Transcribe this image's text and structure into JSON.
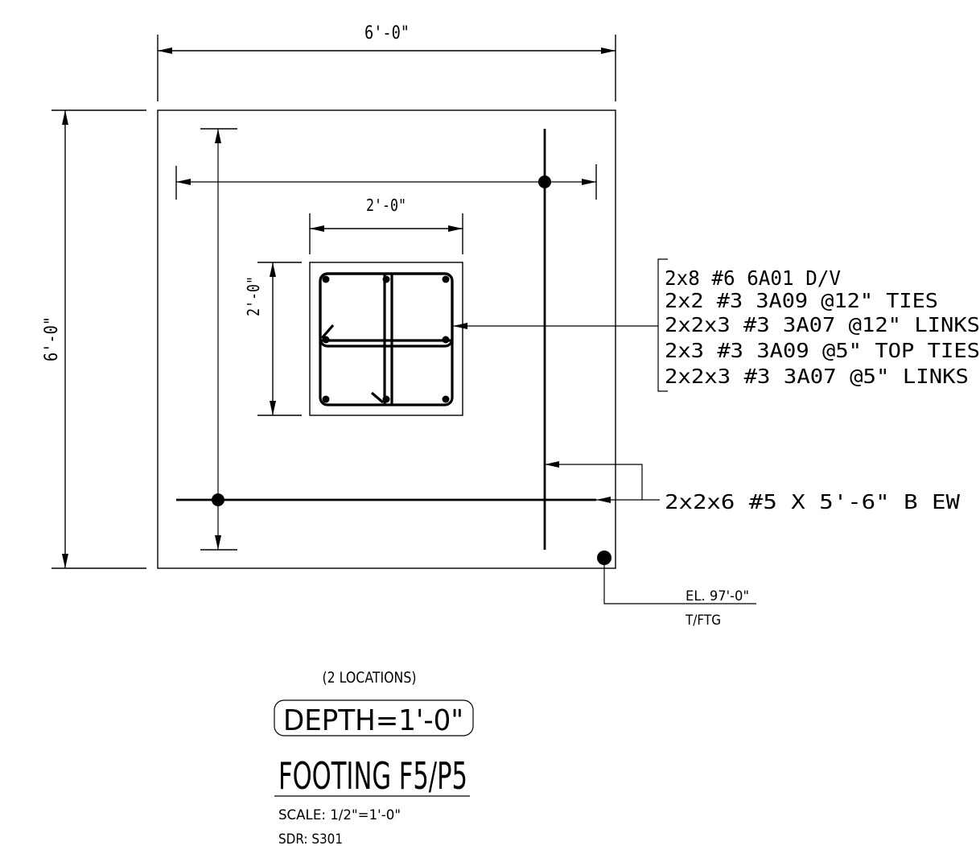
{
  "dimensions": {
    "overall_width": "6'-0\"",
    "overall_height": "6'-0\"",
    "pedestal_width": "2'-0\"",
    "pedestal_height": "2'-0\""
  },
  "callouts": {
    "pedestal_rebar": [
      "2x8 #6 6A01 D/V",
      "2x2 #3 3A09 @12\" TIES",
      "2x2x3 #3 3A07 @12\" LINKS",
      "2x3 #3 3A09 @5\" TOP TIES",
      "2x2x3 #3 3A07 @5\" LINKS"
    ],
    "bottom_bars": "2x2x6 #5 X 5'-6\"   B EW",
    "elevation": "EL. 97'-0\"",
    "elevation_ref": "T/FTG"
  },
  "title_block": {
    "locations": "(2 LOCATIONS)",
    "depth": "DEPTH=1'-0\"",
    "title": "FOOTING F5/P5",
    "scale": "SCALE: 1/2\"=1'-0\"",
    "sdr": "SDR: S301"
  }
}
